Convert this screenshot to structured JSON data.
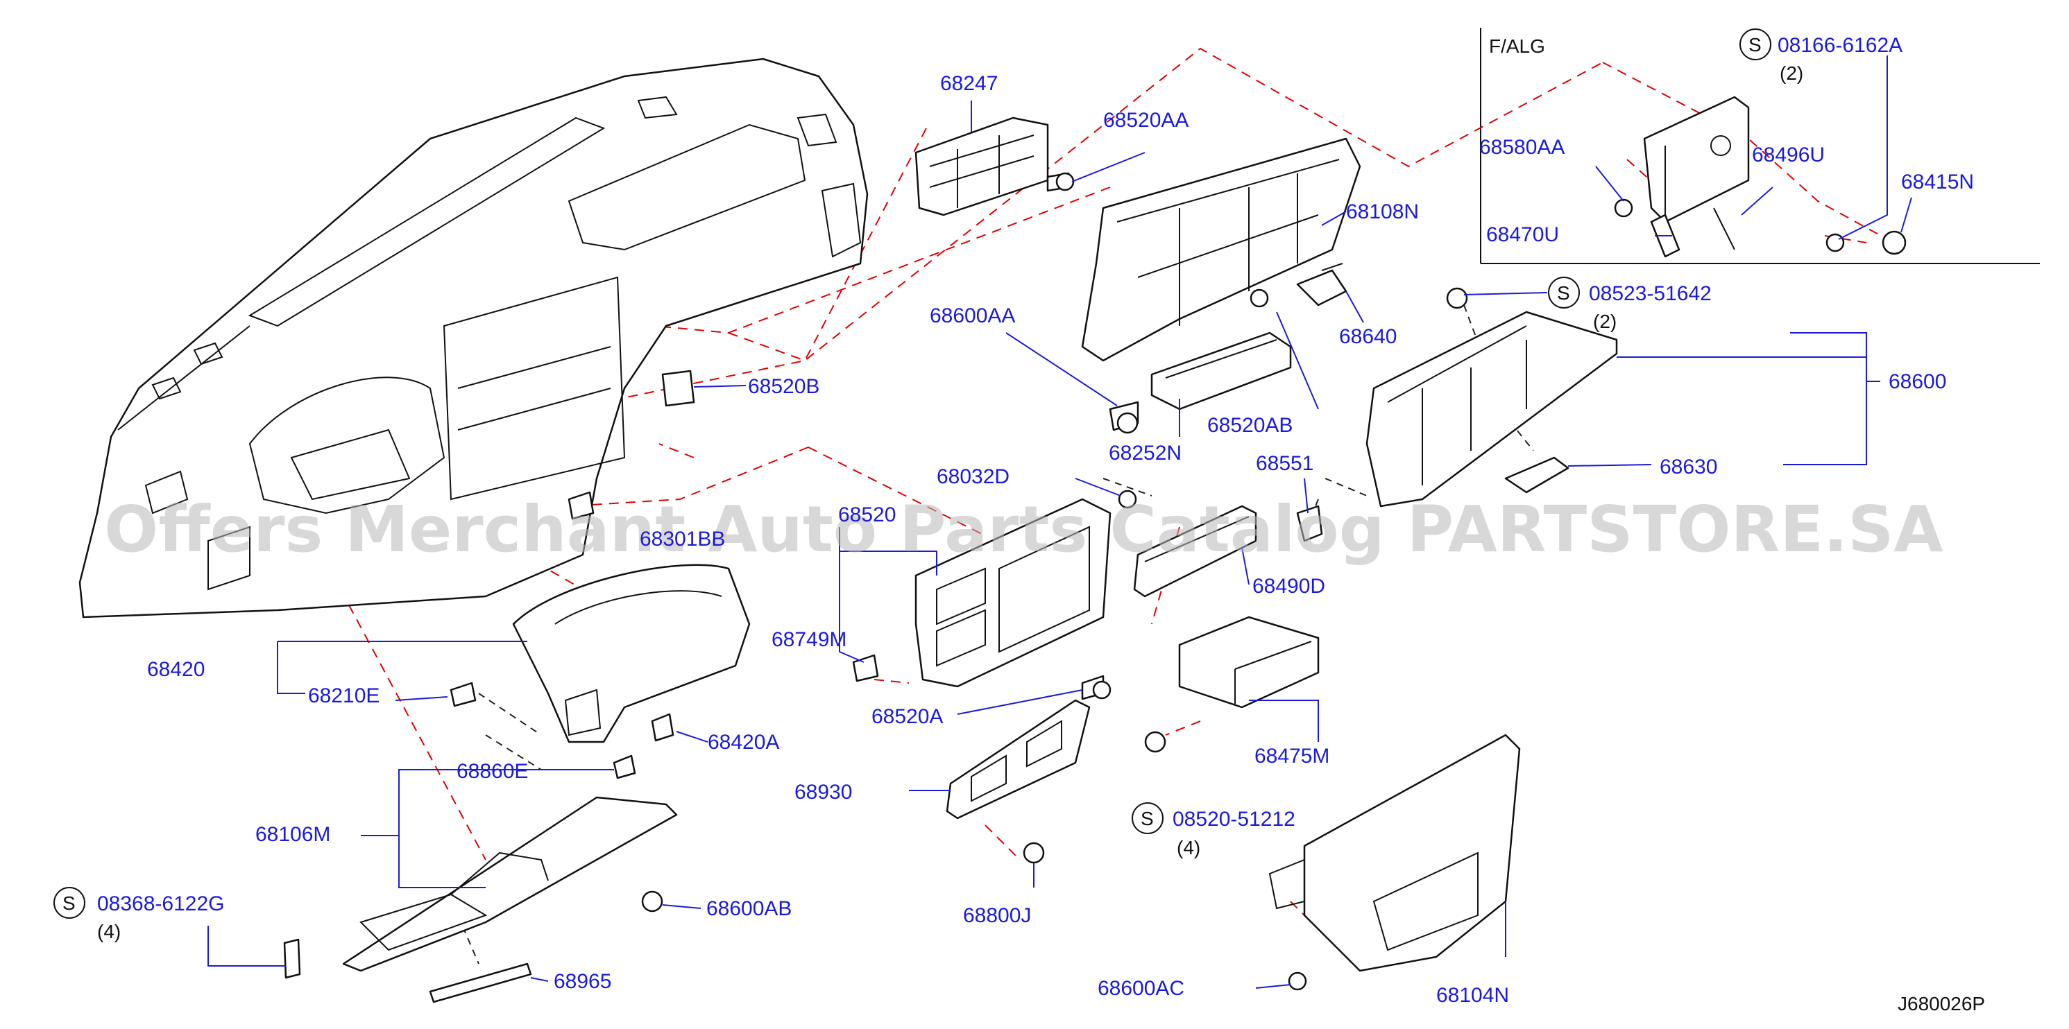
{
  "watermark": "Offers Merchant Auto Parts Catalog PARTSTORE.SA",
  "diagram_code": "J680026P",
  "inset_title": "F/ALG",
  "screw_symbol": "S",
  "parts": {
    "p68247": "68247",
    "p68520AA": "68520AA",
    "p68108N": "68108N",
    "p68640": "68640",
    "p68600AA": "68600AA",
    "p68520B": "68520B",
    "p68520AB": "68520AB",
    "p68252N": "68252N",
    "p68551": "68551",
    "p68032D": "68032D",
    "p68520": "68520",
    "p68301BB": "68301BB",
    "p68490D": "68490D",
    "p68749M": "68749M",
    "p68420": "68420",
    "p68210E": "68210E",
    "p68520A": "68520A",
    "p68420A": "68420A",
    "p68475M": "68475M",
    "p68860E": "68860E",
    "p68930": "68930",
    "p68106M": "68106M",
    "p68600AB": "68600AB",
    "p68800J": "68800J",
    "p68965": "68965",
    "p68600AC": "68600AC",
    "p68104N": "68104N",
    "p68600": "68600",
    "p68630": "68630",
    "p68580AA": "68580AA",
    "p68496U": "68496U",
    "p68470U": "68470U",
    "p68415N": "68415N"
  },
  "screws": {
    "s08166": {
      "number": "08166-6162A",
      "qty": "(2)"
    },
    "s08523": {
      "number": "08523-51642",
      "qty": "(2)"
    },
    "s08520": {
      "number": "08520-51212",
      "qty": "(4)"
    },
    "s08368": {
      "number": "08368-6122G",
      "qty": "(4)"
    }
  }
}
